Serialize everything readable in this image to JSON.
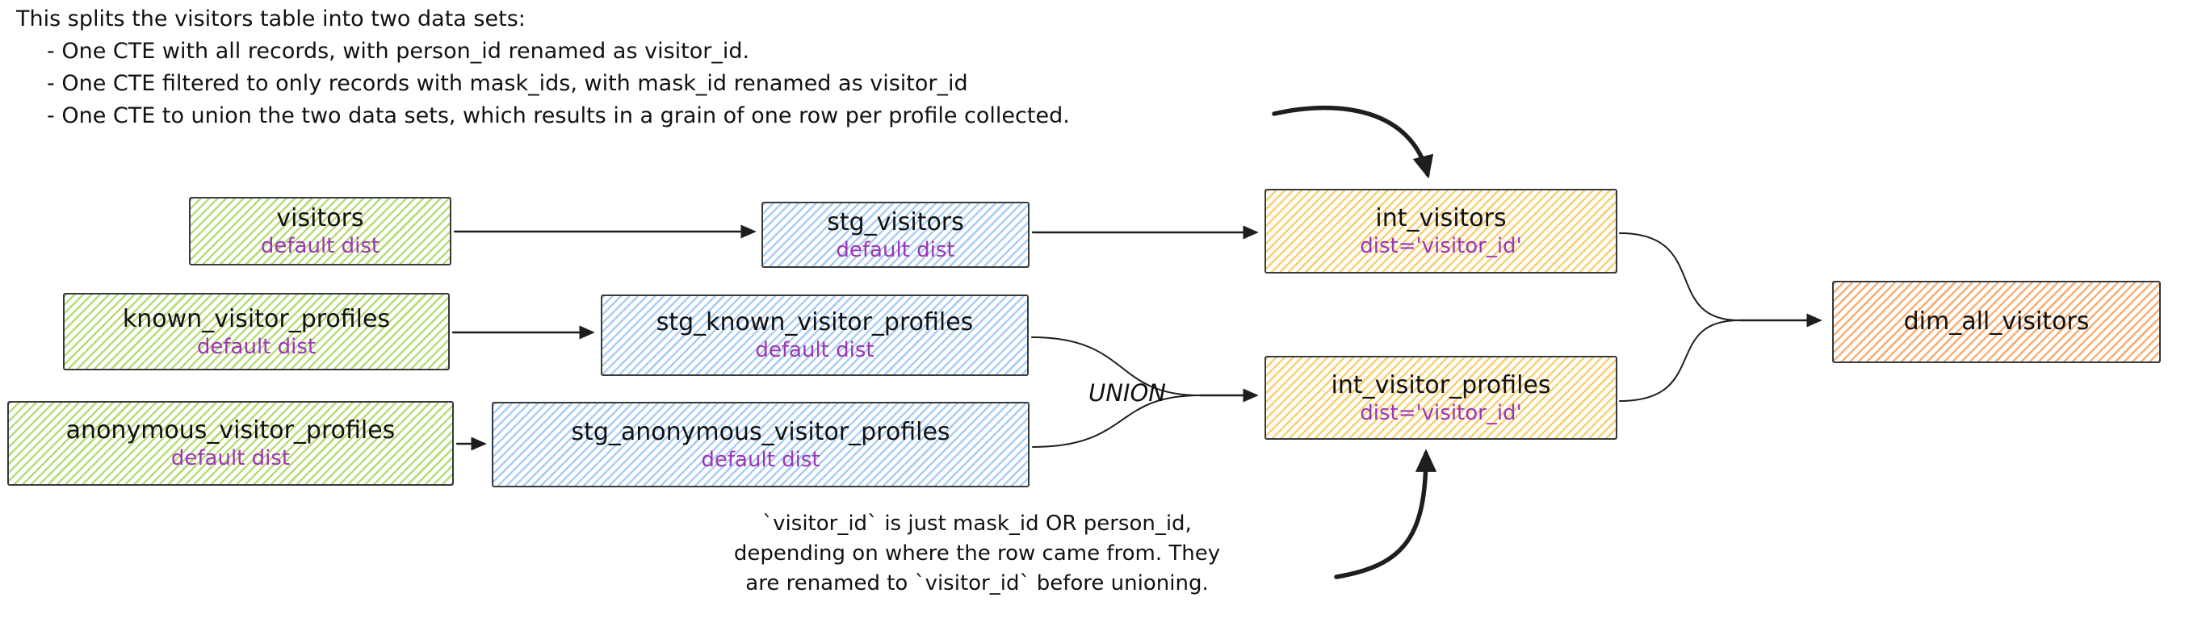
{
  "diagram": {
    "kind": "data-pipeline-lineage",
    "background": "#ffffff"
  },
  "annotations": {
    "top": {
      "title": "This splits the visitors table into two data sets:",
      "bullets": [
        "- One CTE with all records, with person_id renamed as visitor_id.",
        "- One CTE filtered to only records with mask_ids, with mask_id renamed as visitor_id",
        "- One CTE to union the two data sets, which results in a grain of one row per profile collected."
      ]
    },
    "bottom": {
      "lines": [
        "`visitor_id` is just mask_id OR person_id,",
        "depending on where the row came from. They",
        "are renamed to `visitor_id` before unioning."
      ]
    },
    "union_label": "UNION"
  },
  "nodes": {
    "visitors": {
      "title": "visitors",
      "subtitle": "default dist",
      "color": "green"
    },
    "known_visitor_profiles": {
      "title": "known_visitor_profiles",
      "subtitle": "default dist",
      "color": "green"
    },
    "anonymous_visitor_profiles": {
      "title": "anonymous_visitor_profiles",
      "subtitle": "default dist",
      "color": "green"
    },
    "stg_visitors": {
      "title": "stg_visitors",
      "subtitle": "default dist",
      "color": "blue"
    },
    "stg_known_visitor_profiles": {
      "title": "stg_known_visitor_profiles",
      "subtitle": "default dist",
      "color": "blue"
    },
    "stg_anonymous_visitor_profiles": {
      "title": "stg_anonymous_visitor_profiles",
      "subtitle": "default dist",
      "color": "blue"
    },
    "int_visitors": {
      "title": "int_visitors",
      "subtitle": "dist='visitor_id'",
      "color": "yellow"
    },
    "int_visitor_profiles": {
      "title": "int_visitor_profiles",
      "subtitle": "dist='visitor_id'",
      "color": "yellow"
    },
    "dim_all_visitors": {
      "title": "dim_all_visitors",
      "color": "orange"
    }
  },
  "edges": [
    {
      "from": "visitors",
      "to": "stg_visitors"
    },
    {
      "from": "known_visitor_profiles",
      "to": "stg_known_visitor_profiles"
    },
    {
      "from": "anonymous_visitor_profiles",
      "to": "stg_anonymous_visitor_profiles"
    },
    {
      "from": "stg_visitors",
      "to": "int_visitors"
    },
    {
      "from": "stg_known_visitor_profiles",
      "to": "int_visitor_profiles",
      "label": "UNION"
    },
    {
      "from": "stg_anonymous_visitor_profiles",
      "to": "int_visitor_profiles",
      "label": "UNION"
    },
    {
      "from": "int_visitors",
      "to": "dim_all_visitors"
    },
    {
      "from": "int_visitor_profiles",
      "to": "dim_all_visitors"
    },
    {
      "from": "top-annotation",
      "to": "int_visitors",
      "style": "thick-callout"
    },
    {
      "from": "bottom-annotation",
      "to": "int_visitor_profiles",
      "style": "thick-callout"
    }
  ],
  "colors": {
    "green_hatch": "#b6dc79",
    "blue_hatch": "#a9cdf4",
    "yellow_hatch": "#f9cf70",
    "orange_hatch": "#f8ae74",
    "purple_text": "#9d36b5",
    "node_border": "#36393d",
    "arrow_stroke": "#1e1e1e",
    "text": "#111111",
    "background": "#ffffff"
  }
}
